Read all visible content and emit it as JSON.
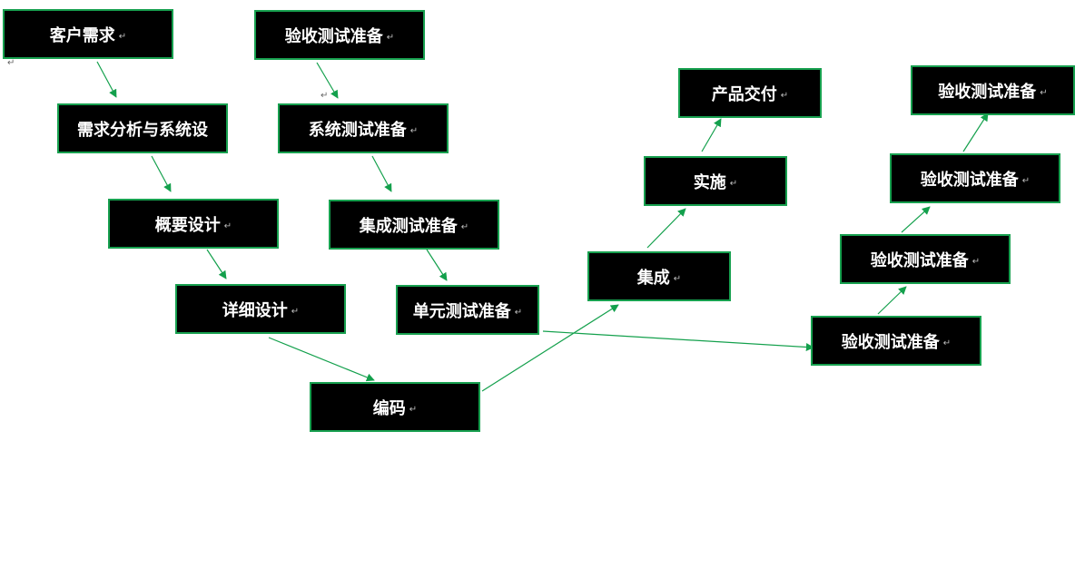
{
  "para_mark": "↵",
  "colors": {
    "box_fill": "#000000",
    "box_border": "#17a04f",
    "arrow": "#13a04c",
    "text": "#ffffff"
  },
  "nodes": {
    "customer_req": "客户需求",
    "req_analysis": "需求分析与系统设",
    "outline_design": "概要设计",
    "detail_design": "详细设计",
    "coding": "编码",
    "acceptance_prep": "验收测试准备",
    "system_test_prep": "系统测试准备",
    "integration_test_prep": "集成测试准备",
    "unit_test_prep": "单元测试准备",
    "integration": "集成",
    "implementation": "实施",
    "product_delivery": "产品交付",
    "acceptance_1": "验收测试准备",
    "acceptance_2": "验收测试准备",
    "acceptance_3": "验收测试准备",
    "acceptance_4": "验收测试准备"
  },
  "edges": [
    [
      "customer_req",
      "req_analysis"
    ],
    [
      "req_analysis",
      "outline_design"
    ],
    [
      "outline_design",
      "detail_design"
    ],
    [
      "detail_design",
      "coding"
    ],
    [
      "acceptance_prep",
      "system_test_prep"
    ],
    [
      "system_test_prep",
      "integration_test_prep"
    ],
    [
      "integration_test_prep",
      "unit_test_prep"
    ],
    [
      "coding",
      "integration"
    ],
    [
      "integration",
      "implementation"
    ],
    [
      "implementation",
      "product_delivery"
    ],
    [
      "unit_test_prep",
      "acceptance_1"
    ],
    [
      "acceptance_1",
      "acceptance_2"
    ],
    [
      "acceptance_2",
      "acceptance_3"
    ],
    [
      "acceptance_3",
      "acceptance_4"
    ]
  ]
}
